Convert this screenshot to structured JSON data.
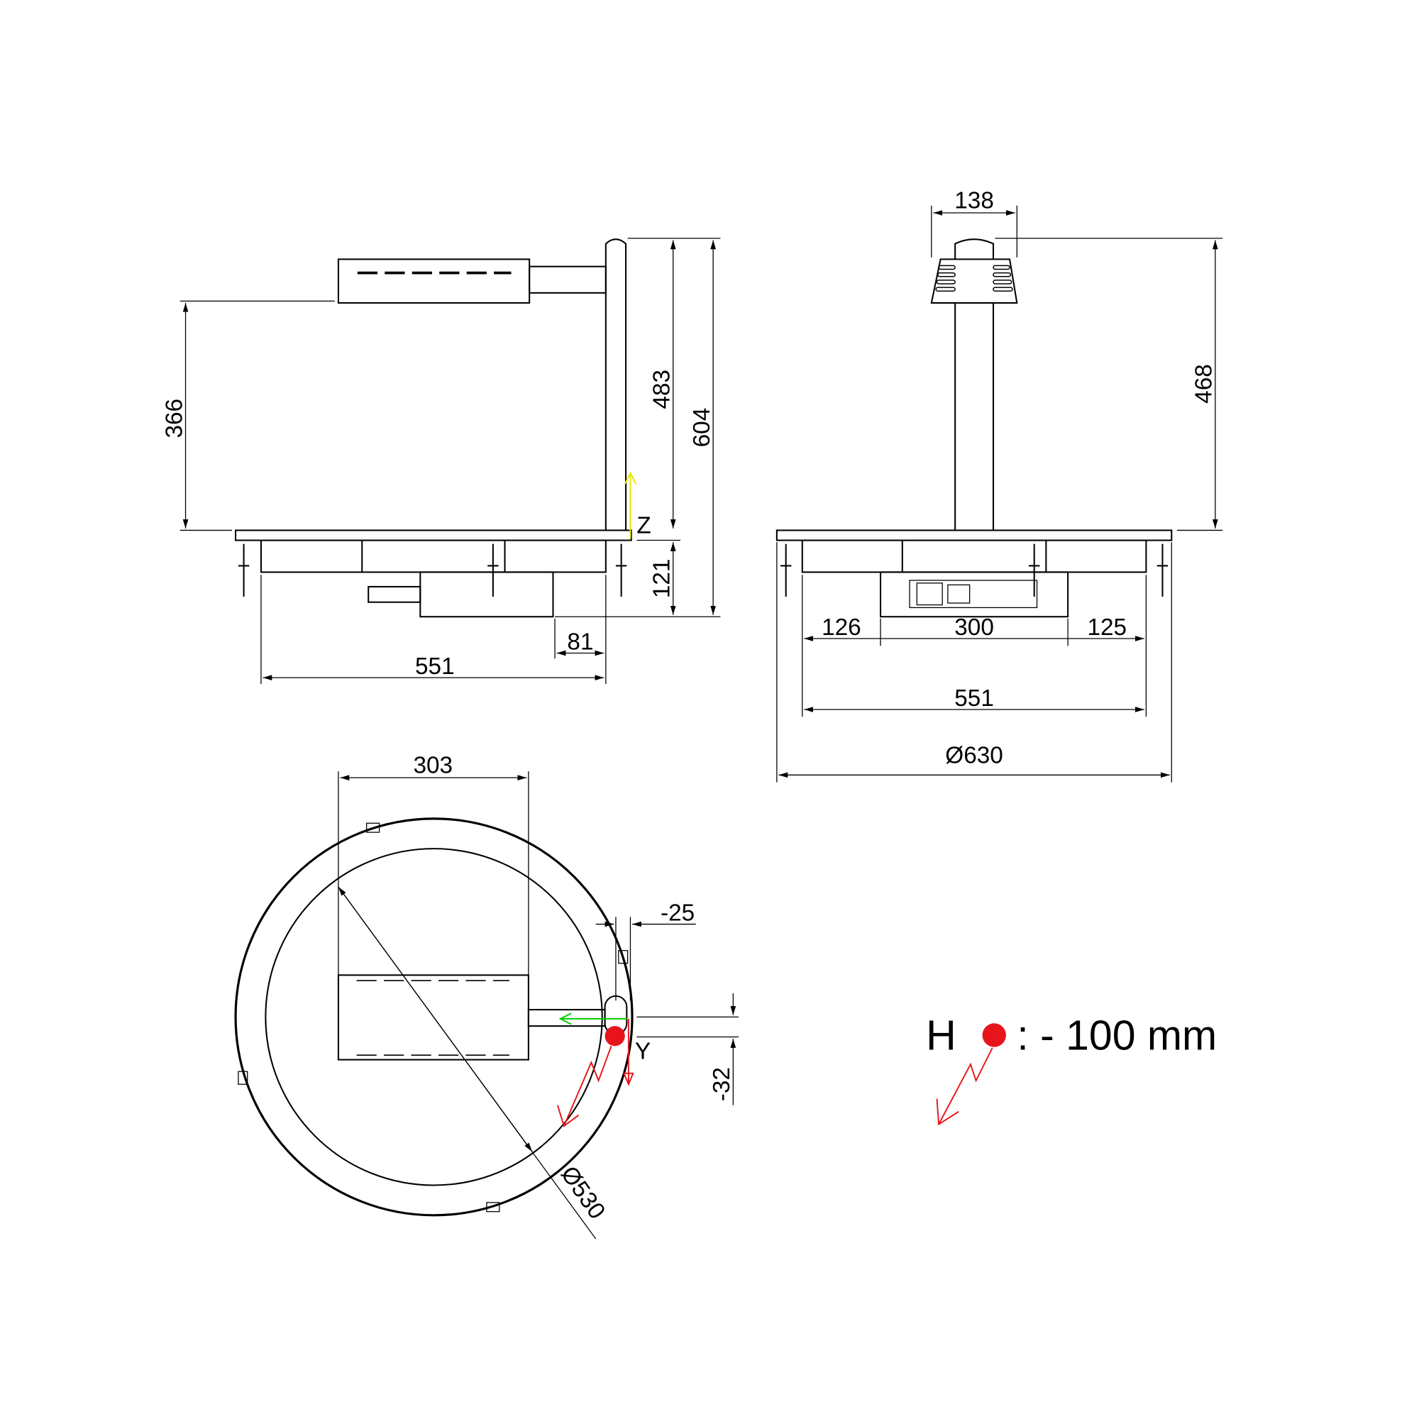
{
  "side_view": {
    "dim_lamp_height": "366",
    "dim_pole_height": "483",
    "dim_total_height": "604",
    "dim_below_top": "121",
    "dim_offset": "81",
    "dim_width": "551",
    "axis_z": "Z"
  },
  "front_view": {
    "dim_head_width": "138",
    "dim_height": "468",
    "dim_left": "126",
    "dim_box": "300",
    "dim_right": "125",
    "dim_width": "551",
    "dim_diameter": "Ø630"
  },
  "top_view": {
    "dim_lamp_width": "303",
    "dim_x_offset": "-25",
    "dim_y_offset": "-32",
    "dim_diameter": "Ø530",
    "axis_y": "Y"
  },
  "legend": {
    "label": "H",
    "value": ": - 100 mm"
  },
  "colors": {
    "marker": "#e8141c",
    "axis_z": "#e6e600",
    "axis_x": "#00cc00",
    "axis_y": "#e8141c"
  }
}
